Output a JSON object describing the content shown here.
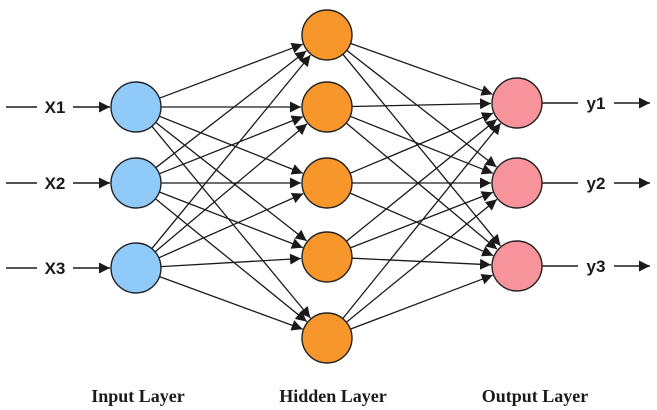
{
  "inputs": [
    "X1",
    "X2",
    "X3"
  ],
  "hidden_count": 5,
  "outputs": [
    "y1",
    "y2",
    "y3"
  ],
  "layers": {
    "input": "Input Layer",
    "hidden": "Hidden Layer",
    "output": "Output Layer"
  },
  "colors": {
    "input_node": "#90CAF9",
    "hidden_node": "#F7972B",
    "output_node": "#F7939A",
    "edge": "#1a1a1a"
  }
}
